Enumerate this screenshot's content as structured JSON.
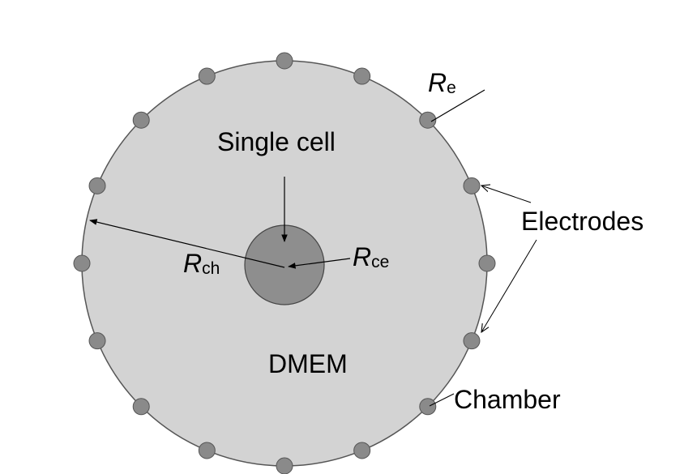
{
  "labels": {
    "single_cell": "Single cell",
    "dmem": "DMEM",
    "electrodes": "Electrodes",
    "chamber": "Chamber",
    "r_ch_main": "R",
    "r_ch_sub": "ch",
    "r_ce_main": "R",
    "r_ce_sub": "ce",
    "r_e_main": "R",
    "r_e_sub": "e"
  },
  "colors": {
    "chamber_fill": "#d3d3d3",
    "cell_fill": "#8e8e8e",
    "electrode_fill": "#8a8a8a",
    "outline": "#555555",
    "line": "#000000",
    "background": "#ffffff"
  },
  "electrode_count": 16
}
